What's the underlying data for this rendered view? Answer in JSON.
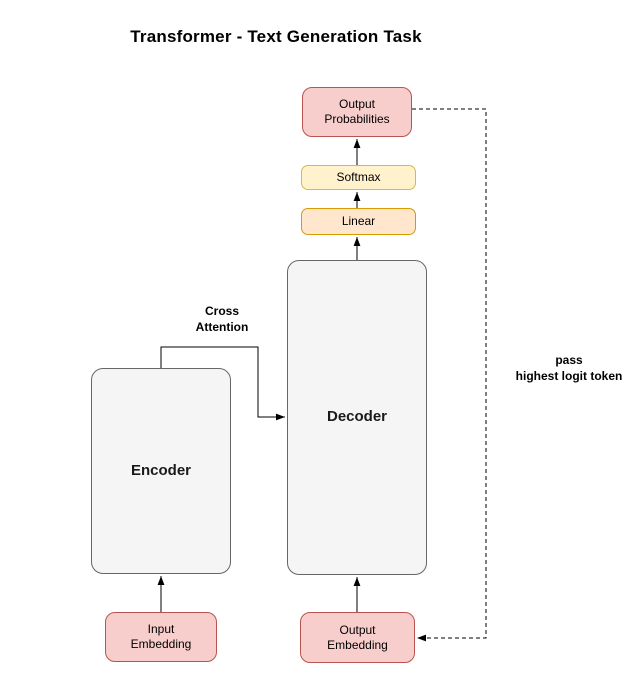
{
  "title": "Transformer - Text Generation Task",
  "colors": {
    "background": "#ffffff",
    "pink_fill": "#f8cecc",
    "pink_border": "#b85450",
    "yellow_fill": "#fff2cc",
    "yellow_border": "#d6b656",
    "orange_fill": "#ffe6cc",
    "orange_border": "#d79b00",
    "gray_fill": "#f5f5f5",
    "gray_border": "#666666",
    "edge_color": "#000000",
    "text_color": "#000000"
  },
  "nodes": {
    "output_probabilities": {
      "label": "Output\nProbabilities"
    },
    "softmax": {
      "label": "Softmax"
    },
    "linear": {
      "label": "Linear"
    },
    "decoder": {
      "label": "Decoder"
    },
    "encoder": {
      "label": "Encoder"
    },
    "input_embedding": {
      "label": "Input\nEmbedding"
    },
    "output_embedding": {
      "label": "Output\nEmbedding"
    }
  },
  "edge_labels": {
    "cross_attention": "Cross\nAttention",
    "pass_token": "pass\nhighest logit token"
  },
  "edges": [
    {
      "from": "input_embedding",
      "to": "encoder",
      "style": "solid-arrow-up"
    },
    {
      "from": "output_embedding",
      "to": "decoder",
      "style": "solid-arrow-up"
    },
    {
      "from": "decoder",
      "to": "linear",
      "style": "solid-arrow-up"
    },
    {
      "from": "linear",
      "to": "softmax",
      "style": "solid-arrow-up"
    },
    {
      "from": "softmax",
      "to": "output_probabilities",
      "style": "solid-arrow-up"
    },
    {
      "from": "encoder",
      "to": "decoder",
      "style": "solid-elbow-arrow",
      "label": "Cross Attention"
    },
    {
      "from": "output_probabilities",
      "to": "output_embedding",
      "style": "dashed-elbow-arrow",
      "label": "pass highest logit token"
    }
  ]
}
